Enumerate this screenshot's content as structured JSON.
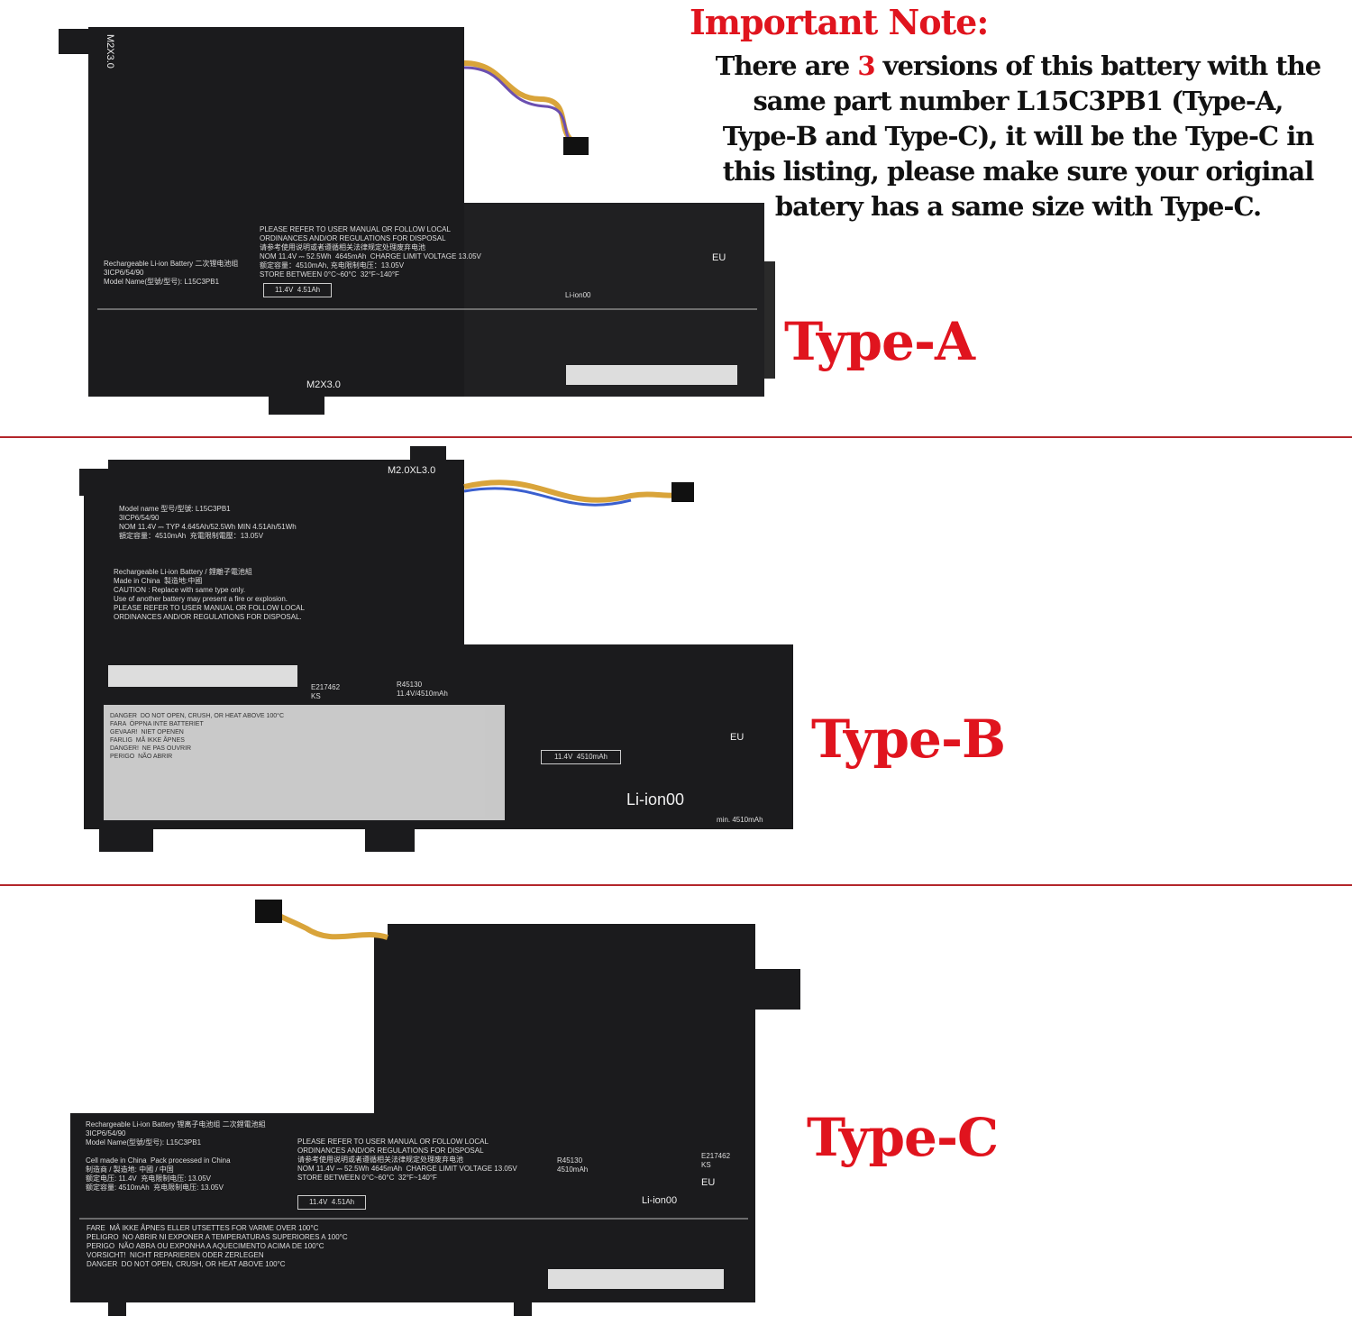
{
  "note": {
    "title": "Important Note:",
    "line1_pre": "There are ",
    "line1_num": "3",
    "line1_post": " versions of this battery with the",
    "line2": "same part number L15C3PB1 (Type-A,",
    "line3": "Type-B and Type-C), it will be the Type-C in",
    "line4": "this listing, please make sure your original",
    "line5": "batery has a same size with Type-C."
  },
  "types": {
    "a": "Type-A",
    "b": "Type-B",
    "c": "Type-C"
  },
  "battery_a": {
    "screw_top": "M2X3.0",
    "screw_bottom": "M2X3.0",
    "model": "Rechargeable Li-ion Battery 二次锂电池组\n3ICP6/54/90\nModel Name(型號/型号): L15C3PB1",
    "disposal": "PLEASE REFER TO USER MANUAL OR FOLLOW LOCAL\nORDINANCES AND/OR REGULATIONS FOR DISPOSAL\n请参考使用说明或者遵循相关法律规定处理废弃电池\nNOM 11.4V ⎓ 52.5Wh  4645mAh  CHARGE LIMIT VOLTAGE 13.05V\n额定容量：4510mAh, 充电限制电压：13.05V\nSTORE BETWEEN 0°C~60°C  32°F~140°F",
    "pse": "11.4V  4.51Ah",
    "eu": "EU",
    "liion": "Li-ion00"
  },
  "battery_b": {
    "screw": "M2.0XL3.0",
    "model": "Model name 型号/型號: L15C3PB1\n3ICP6/54/90\nNOM 11.4V ⎓ TYP 4.645Ah/52.5Wh MIN 4.51Ah/51Wh\n額定容量：4510mAh  充電限制電壓：13.05V",
    "caution": "Rechargeable Li-ion Battery / 鋰離子電池組\nMade in China  製造地:中國\nCAUTION : Replace with same type only.\nUse of another battery may present a fire or explosion.\nPLEASE REFER TO USER MANUAL OR FOLLOW LOCAL\nORDINANCES AND/OR REGULATIONS FOR DISPOSAL.",
    "ul": "E217462\nKS",
    "r": "R45130\n11.4V/4510mAh",
    "pse": "11.4V  4510mAh",
    "liion": "Li-ion00",
    "eu": "EU",
    "min": "min. 4510mAh",
    "warnings": "DANGER  DO NOT OPEN, CRUSH, OR HEAT ABOVE 100°C\nFARA  ÖPPNA INTE BATTERIET\nGEVAAR!  NIET OPENEN\nFARLIG  MÅ IKKE ÅPNES\nDANGER!  NE PAS OUVRIR\nPERIGO  NÃO ABRIR"
  },
  "battery_c": {
    "model": "Rechargeable Li-ion Battery 锂离子电池组 二次鋰電池組\n3ICP6/54/90\nModel Name(型號/型号): L15C3PB1\n\nCell made in China  Pack processed in China\n制造商 / 製造地: 中國 / 中国\n额定电压: 11.4V  充电限制电压: 13.05V\n额定容量: 4510mAh  充电限制电压: 13.05V",
    "disposal": "PLEASE REFER TO USER MANUAL OR FOLLOW LOCAL\nORDINANCES AND/OR REGULATIONS FOR DISPOSAL\n请参考使用说明或者遵循相关法律规定处理废弃电池\nNOM 11.4V ⎓ 52.5Wh 4645mAh  CHARGE LIMIT VOLTAGE 13.05V\nSTORE BETWEEN 0°C~60°C  32°F~140°F",
    "pse": "11.4V  4.51Ah",
    "r": "R45130\n4510mAh",
    "ul": "E217462\nKS",
    "eu": "EU",
    "liion": "Li-ion00",
    "warnings": "FARE  MÅ IKKE ÅPNES ELLER UTSETTES FOR VARME OVER 100°C\nPELIGRO  NO ABRIR NI EXPONER A TEMPERATURAS SUPERIORES A 100°C\nPERIGO  NÃO ABRA OU EXPONHA A AQUECIMENTO ACIMA DE 100°C\nVORSICHT!  NICHT REPARIEREN ODER ZERLEGEN\nDANGER  DO NOT OPEN, CRUSH, OR HEAT ABOVE 100°C"
  }
}
